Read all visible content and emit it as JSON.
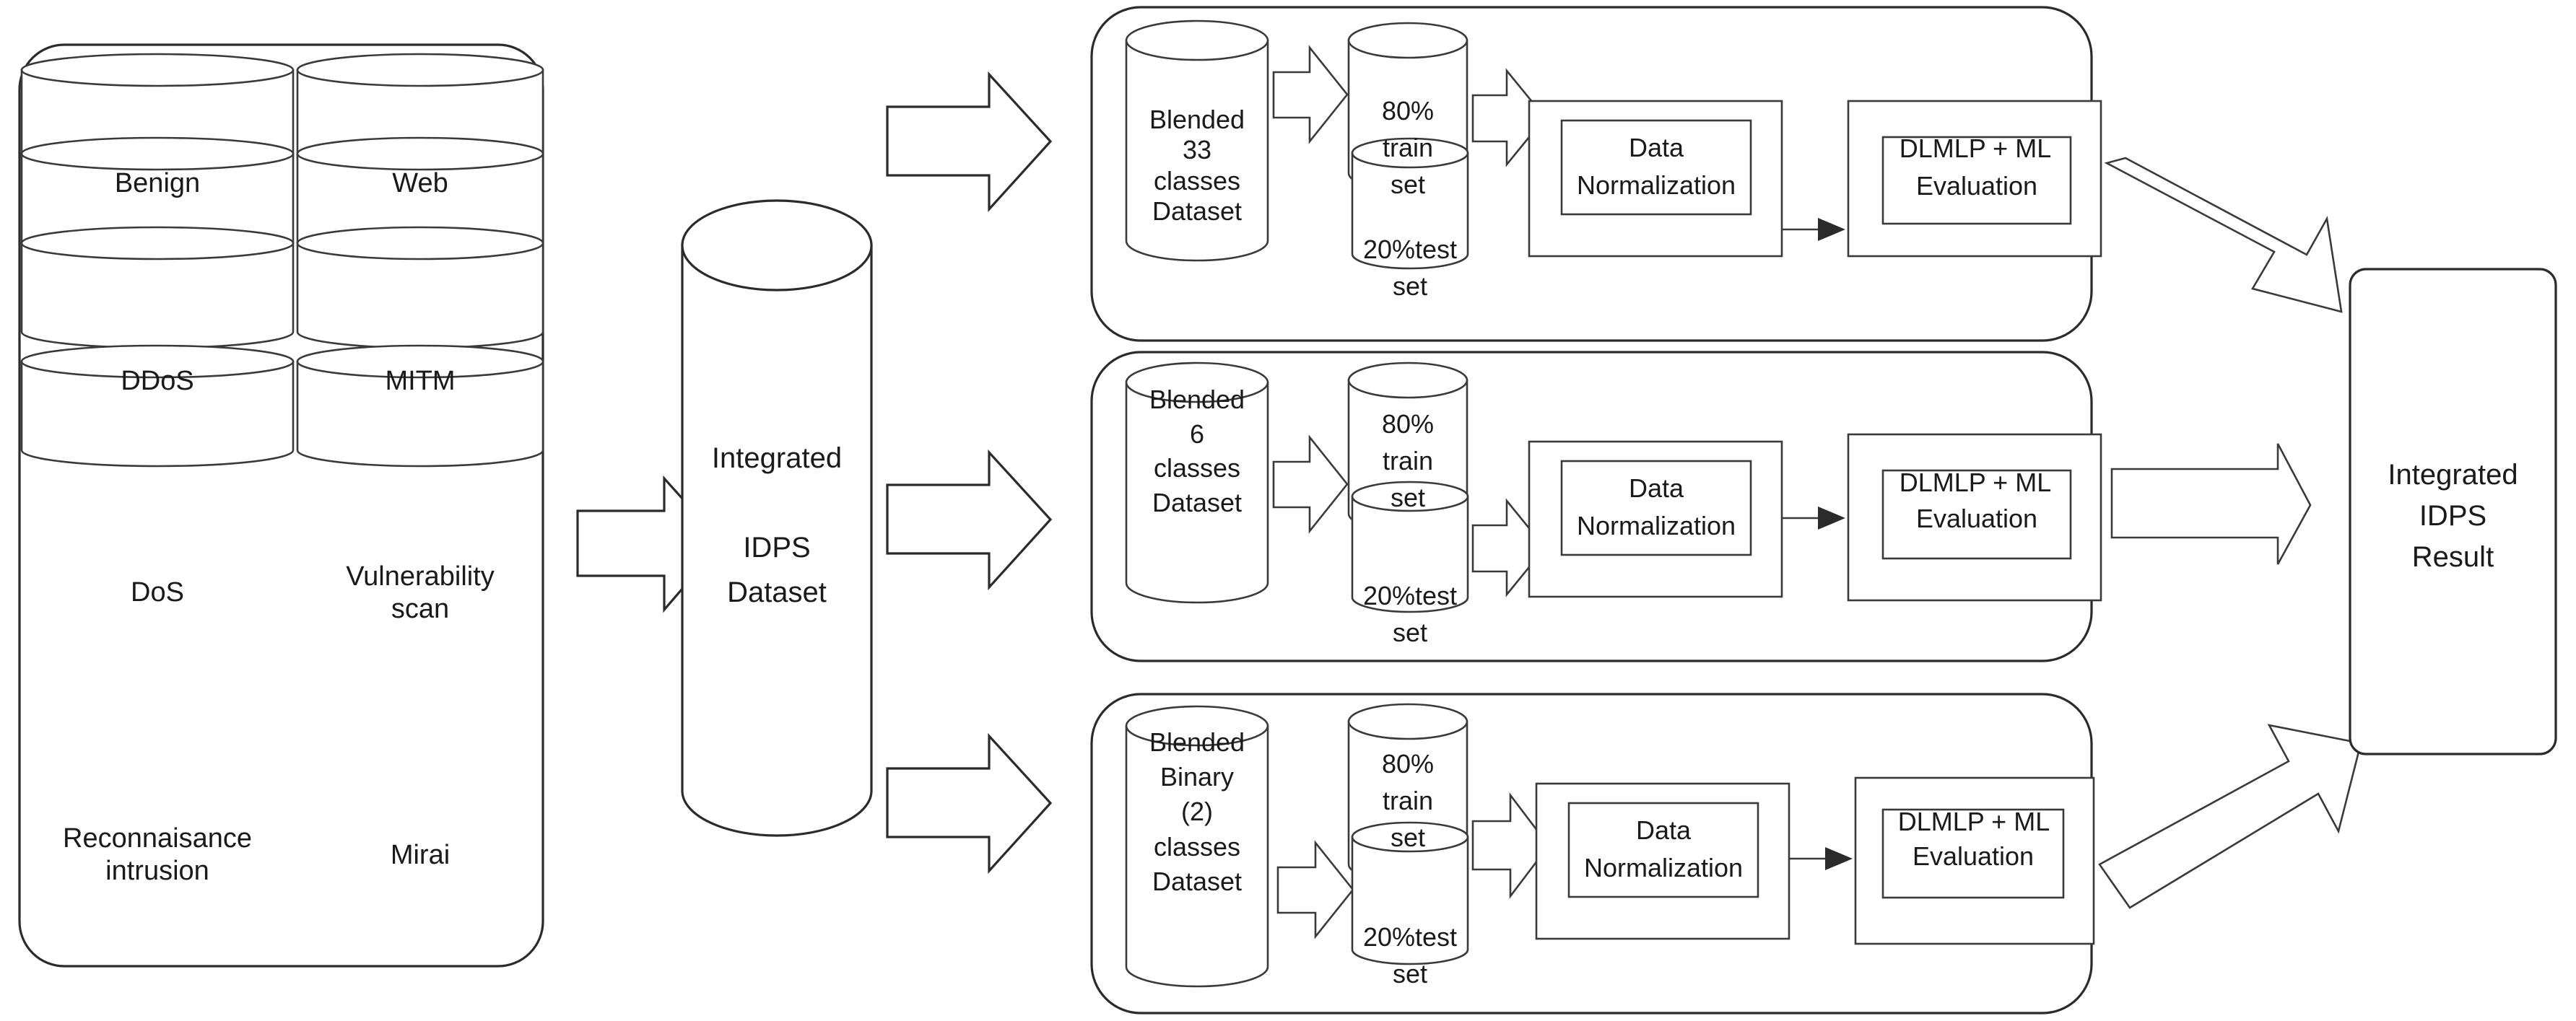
{
  "diagram": {
    "title": "Integrated IDPS pipeline architecture",
    "colors": {
      "stroke": "#2b2b2b",
      "text": "#1a1a1a",
      "background": "#ffffff"
    }
  },
  "source_group": {
    "name": "attack-source-datastores",
    "items": [
      {
        "label": "Benign"
      },
      {
        "label": "Web"
      },
      {
        "label": "DDoS"
      },
      {
        "label": "MITM"
      },
      {
        "label": "DoS"
      },
      {
        "label": "Vulnerability\nscan"
      },
      {
        "label": "Reconnaisance\nintrusion"
      },
      {
        "label": "Mirai"
      }
    ]
  },
  "integrated_dataset": {
    "label": "Integrated\n\nIDPS\nDataset"
  },
  "pipelines": [
    {
      "id": "row-33-classes",
      "dataset_label": "Blended\n33\nclasses\nDataset",
      "train_label": "80%\ntrain\nset",
      "test_label": "20%test\nset",
      "normalization_label": "Data\nNormalization",
      "evaluation_outer_label": "DLMLP + ML",
      "evaluation_inner_label": "Evaluation",
      "output_arrow_direction": "diagonal-down-right"
    },
    {
      "id": "row-6-classes",
      "dataset_label": "Blended\n6\nclasses\nDataset",
      "train_label": "80%\ntrain\nset",
      "test_label": "20%test\nset",
      "normalization_label": "Data\nNormalization",
      "evaluation_outer_label": "DLMLP + ML",
      "evaluation_inner_label": "Evaluation",
      "output_arrow_direction": "right"
    },
    {
      "id": "row-binary-classes",
      "dataset_label": "Blended\nBinary\n(2)\nclasses\nDataset",
      "train_label": "80%\ntrain\nset",
      "test_label": "20%test\nset",
      "normalization_label": "Data\nNormalization",
      "evaluation_outer_label": "DLMLP + ML",
      "evaluation_inner_label": "Evaluation",
      "output_arrow_direction": "diagonal-up-right"
    }
  ],
  "result": {
    "label": "Integrated\nIDPS\nResult"
  }
}
